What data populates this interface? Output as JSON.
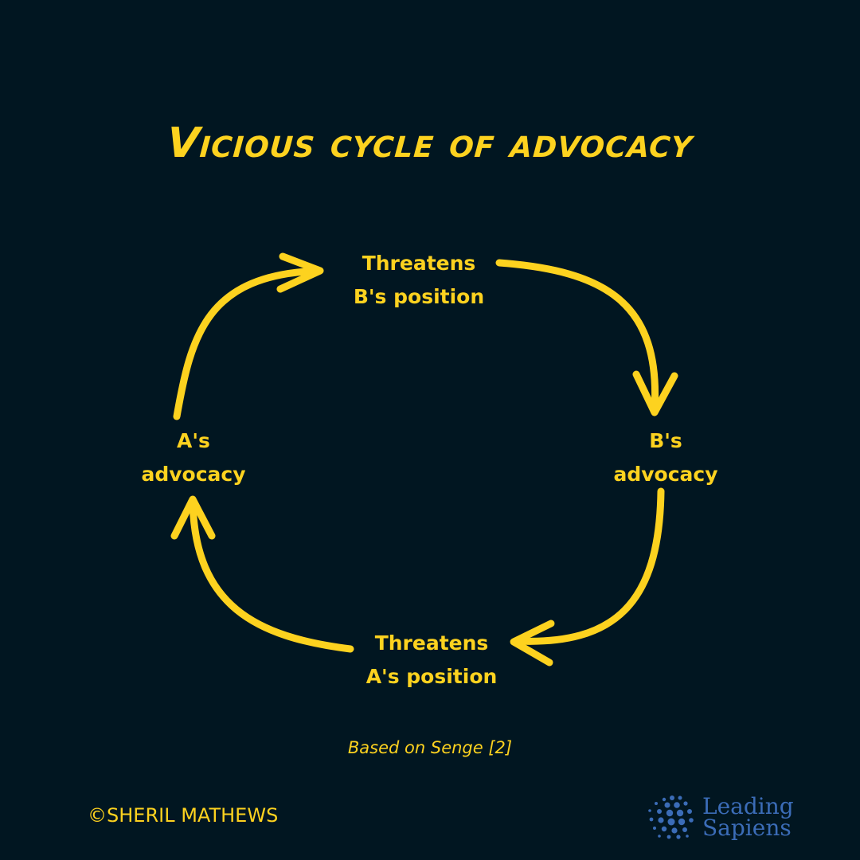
{
  "title": "Vicious cycle of advocacy",
  "nodes": {
    "top": [
      "Threatens",
      "B's position"
    ],
    "right": [
      "B's",
      "advocacy"
    ],
    "bottom": [
      "Threatens",
      "A's position"
    ],
    "left": [
      "A's",
      "advocacy"
    ]
  },
  "credit": "Based on Senge [2]",
  "copyright": "©SHERIL MATHEWS",
  "brand": {
    "line1": "Leading",
    "line2": "Sapiens"
  },
  "colors": {
    "background": "#011621",
    "accent": "#fdd21f",
    "brand": "#3b6cb7"
  },
  "icons": [
    "arrow-icon",
    "dot-cluster-logo-icon"
  ]
}
